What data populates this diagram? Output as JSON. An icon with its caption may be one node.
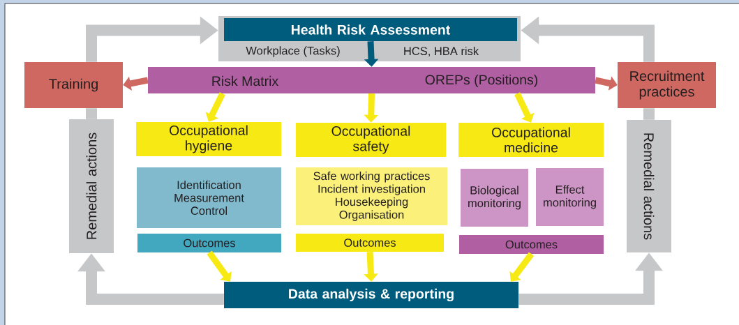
{
  "diagram": {
    "nodes": [
      {
        "text": [
          "Workplace (Tasks)",
          "HCS, HBA risk"
        ]
      },
      {
        "text": [
          "Health Risk Assessment"
        ],
        "in": 0
      },
      {
        "text": [
          "Risk Matrix",
          "OREPs (Positions)"
        ]
      },
      {
        "text": [
          "Training"
        ]
      },
      {
        "text": [
          "Recruitment practices"
        ]
      },
      {
        "text": [
          "Occupational hygiene"
        ]
      },
      {
        "text": [
          "Occupational safety"
        ]
      },
      {
        "text": [
          "Occupational medicine"
        ]
      },
      {
        "text": [
          "Identification Measurement Control"
        ]
      },
      {
        "text": [
          "Safe working practices Incident investigation Housekeeping Organisation"
        ]
      },
      {
        "text": [
          "Biological monitoring"
        ]
      },
      {
        "text": [
          "Effect monitoring"
        ]
      },
      {
        "text": [
          "Outcomes"
        ]
      },
      {
        "text": [
          "Outcomes"
        ]
      },
      {
        "text": [
          "Outcomes"
        ]
      },
      {
        "text": [
          "Data analysis & reporting"
        ]
      },
      {
        "text": [
          "Remedial actions"
        ]
      },
      {
        "text": [
          "Remedial actions"
        ]
      }
    ],
    "edges": [
      {
        "from": 1,
        "to": 2,
        "arrow": "to",
        "color": "#005c7d"
      },
      {
        "from": 2,
        "to": 3,
        "arrow": "to",
        "color": "#d06862"
      },
      {
        "from": 2,
        "to": 4,
        "arrow": "to",
        "color": "#d06862"
      },
      {
        "from": 2,
        "to": 5,
        "arrow": "to"
      },
      {
        "from": 2,
        "to": 6,
        "arrow": "to"
      },
      {
        "from": 2,
        "to": 7,
        "arrow": "to"
      },
      {
        "from": 12,
        "to": 15,
        "arrow": "to"
      },
      {
        "from": 13,
        "to": 15,
        "arrow": "to"
      },
      {
        "from": 14,
        "to": 15,
        "arrow": "to"
      },
      {
        "from": 15,
        "to": 16,
        "arrow": "to",
        "color": "#c6c7c9"
      },
      {
        "from": 16,
        "to": 3,
        "arrow": "none",
        "color": "#c6c7c9"
      },
      {
        "from": 3,
        "to": 0,
        "arrow": "to",
        "color": "#c6c7c9"
      },
      {
        "from": 15,
        "to": 17,
        "arrow": "to",
        "color": "#c6c7c9"
      },
      {
        "from": 17,
        "to": 4,
        "arrow": "none",
        "color": "#c6c7c9"
      },
      {
        "from": 4,
        "to": 0,
        "arrow": "to",
        "color": "#c6c7c9"
      }
    ]
  }
}
